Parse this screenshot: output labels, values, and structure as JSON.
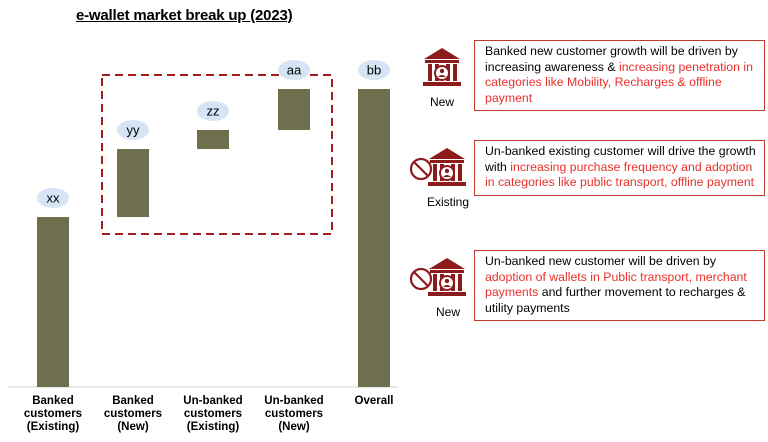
{
  "title": "e-wallet market break up (2023)",
  "colors": {
    "bar": "#6f6f4e",
    "pill": "#d6e5f5",
    "dashed_box": "#a61c1c",
    "icon": "#8e1b1b",
    "highlight_text": "#e8312b",
    "card_border": "#c0392b"
  },
  "chart_data": {
    "type": "bar",
    "subtype": "waterfall",
    "title": "e-wallet market break up (2023)",
    "categories": [
      [
        "Banked",
        "customers",
        "(Existing)"
      ],
      [
        "Banked",
        "customers",
        "(New)"
      ],
      [
        "Un-banked",
        "customers",
        "(Existing)"
      ],
      [
        "Un-banked",
        "customers",
        "(New)"
      ],
      [
        "Overall"
      ]
    ],
    "bars": [
      {
        "label": "xx",
        "start": 0,
        "end": 170
      },
      {
        "label": "yy",
        "start": 170,
        "end": 238
      },
      {
        "label": "zz",
        "start": 238,
        "end": 257
      },
      {
        "label": "aa",
        "start": 257,
        "end": 298
      },
      {
        "label": "bb",
        "start": 0,
        "end": 298
      }
    ],
    "ylim": [
      0,
      330
    ],
    "xlabel": "",
    "ylabel": "",
    "grid": false,
    "legend": "none"
  },
  "cards": [
    {
      "icon": "bank-icon",
      "crossed": false,
      "caption": "New",
      "segments": [
        {
          "text": "Banked new customer growth will be driven by increasing awareness & ",
          "hl": false
        },
        {
          "text": "increasing penetration in categories like Mobility, Recharges & offline payment",
          "hl": true
        }
      ]
    },
    {
      "icon": "no-bank-icon",
      "crossed": true,
      "caption": "Existing",
      "segments": [
        {
          "text": "Un-banked existing customer will drive the growth with ",
          "hl": false
        },
        {
          "text": "increasing purchase frequency  and adoption in categories like public transport, offline payment",
          "hl": true
        }
      ]
    },
    {
      "icon": "no-bank-icon",
      "crossed": true,
      "caption": "New",
      "segments": [
        {
          "text": "Un-banked new customer will be driven by ",
          "hl": false
        },
        {
          "text": "adoption of wallets in Public transport, merchant payments",
          "hl": true
        },
        {
          "text": " and further movement to recharges & utility payments",
          "hl": false
        }
      ]
    }
  ]
}
